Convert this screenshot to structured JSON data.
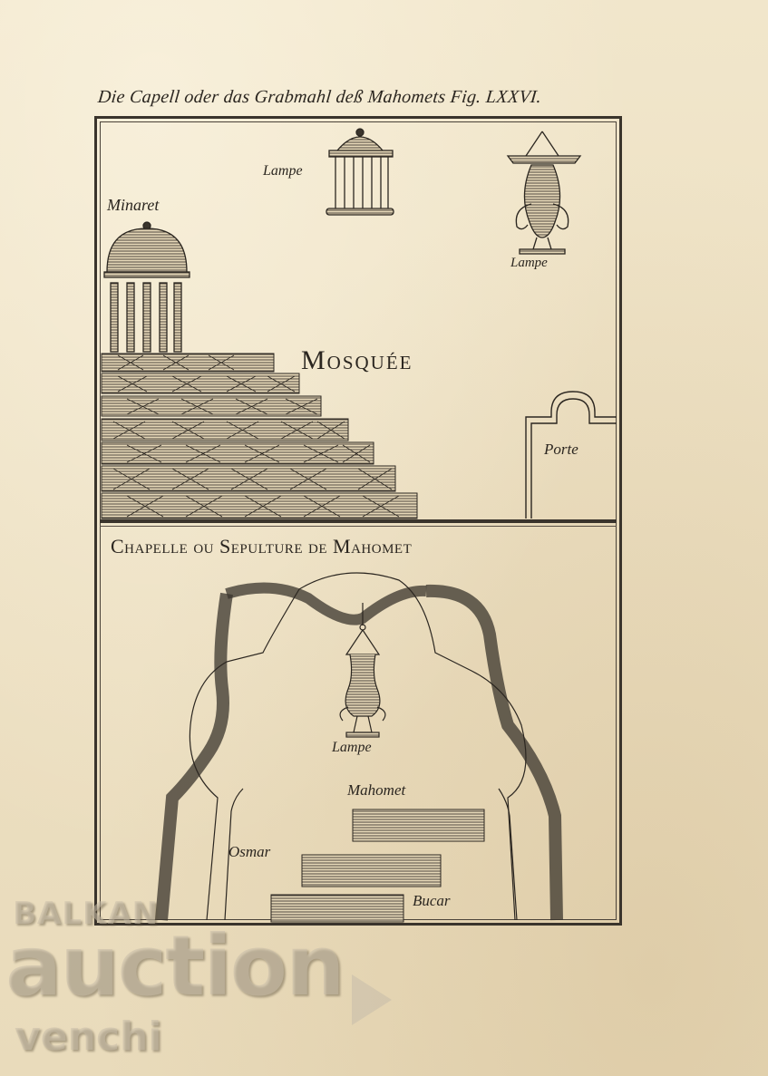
{
  "engraving": {
    "title": "Die Capell oder das Grabmahl deß Mahomets Fig. LXXVI.",
    "upper_panel": {
      "heading": "Mosquée",
      "labels": {
        "minaret": "Minaret",
        "lamp_cage": "Lampe",
        "lamp_vase": "Lampe",
        "door": "Porte"
      }
    },
    "lower_panel": {
      "heading": "Chapelle ou Sepulture de Mahomet",
      "labels": {
        "lamp": "Lampe",
        "tomb_1": "Mahomet",
        "tomb_2": "Osmar",
        "tomb_3": "Bucar"
      }
    }
  },
  "watermark": {
    "line1": "BALKAN",
    "line2": "auction",
    "line3": "venchi"
  },
  "colors": {
    "paper": "#efe3c7",
    "ink": "#2b2620"
  }
}
